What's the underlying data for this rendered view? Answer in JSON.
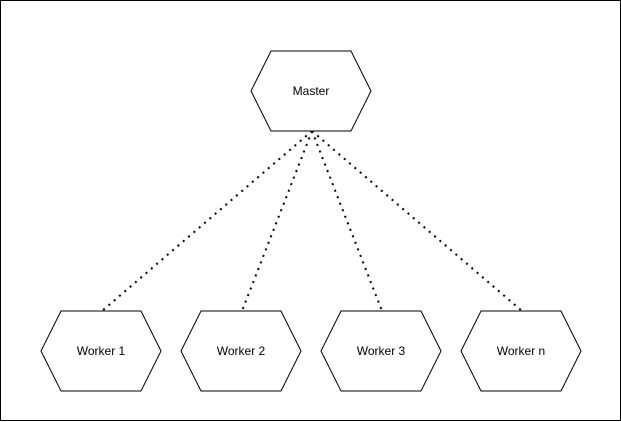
{
  "diagram": {
    "master": {
      "label": "Master"
    },
    "workers": [
      {
        "label": "Worker 1"
      },
      {
        "label": "Worker 2"
      },
      {
        "label": "Worker 3"
      },
      {
        "label": "Worker n"
      }
    ],
    "colors": {
      "stroke": "#000000",
      "fill": "#ffffff",
      "text": "#000000"
    }
  }
}
